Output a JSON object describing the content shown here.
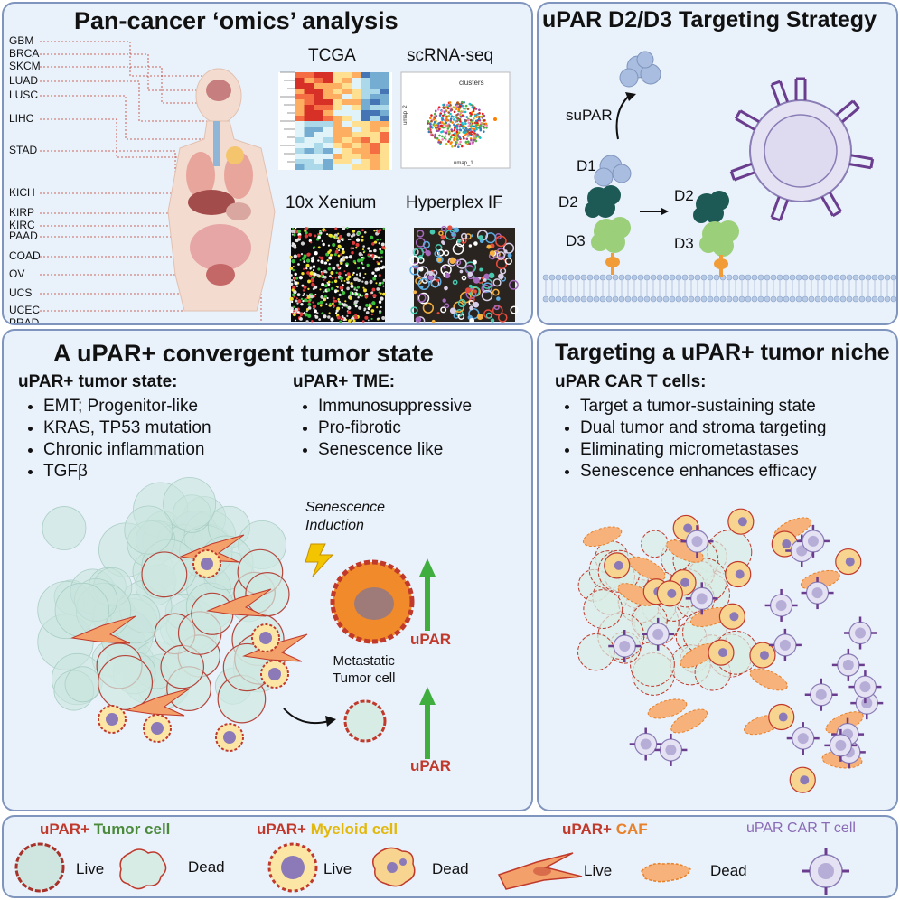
{
  "panel1": {
    "title": "Pan-cancer ‘omics’ analysis",
    "cancers": [
      "GBM",
      "BRCA",
      "SKCM",
      "LUAD",
      "LUSC",
      "LIHC",
      "STAD",
      "KICH",
      "KIRP",
      "KIRC",
      "PAAD",
      "COAD",
      "OV",
      "UCS",
      "UCEC",
      "PRAD"
    ],
    "tcga": "TCGA",
    "scrna": "scRNA-seq",
    "clusters": "clusters",
    "umap_x": "umap_1",
    "umap_y": "umap_2",
    "xenium": "10x Xenium",
    "hyperplex": "Hyperplex IF"
  },
  "panel2": {
    "title": "uPAR D2/D3 Targeting Strategy",
    "supar": "suPAR",
    "d1": "D1",
    "d2": "D2",
    "d3": "D3",
    "d2b": "D2",
    "d3b": "D3"
  },
  "panel3": {
    "title": "A uPAR+ convergent tumor state",
    "state_header": "uPAR+ tumor state:",
    "state_items": [
      "EMT; Progenitor-like",
      "KRAS, TP53 mutation",
      "Chronic inflammation",
      "TGFβ"
    ],
    "tme_header": "uPAR+ TME:",
    "tme_items": [
      "Immunosuppressive",
      "Pro-fibrotic",
      "Senescence like"
    ],
    "senescence_1": "Senescence",
    "senescence_2": "Induction",
    "upar1": "uPAR",
    "metastatic_1": "Metastatic",
    "metastatic_2": "Tumor cell",
    "upar2": "uPAR"
  },
  "panel4": {
    "title": "Targeting a uPAR+ tumor niche",
    "header": "uPAR CAR T cells:",
    "items": [
      "Target a tumor-sustaining state",
      "Dual tumor and stroma targeting",
      "Eliminating micrometastases",
      "Senescence enhances efficacy"
    ]
  },
  "legend": {
    "tumor_prefix": "uPAR+",
    "tumor_name": "Tumor cell",
    "myeloid_prefix": "uPAR+",
    "myeloid_name": "Myeloid cell",
    "caf_prefix": "uPAR+",
    "caf_name": "CAF",
    "cart": "uPAR CAR T cell",
    "live1": "Live",
    "dead1": "Dead",
    "live2": "Live",
    "dead2": "Dead",
    "live3": "Live",
    "dead3": "Dead"
  },
  "colors": {
    "panel_bg": "#e9f1fb",
    "panel_border": "#7f95bd",
    "upar_red": "#c0392b",
    "tumor_green": "#4a8a3a",
    "myeloid_yellow": "#e2b80c",
    "caf_orange": "#e8812a",
    "cart_purple": "#8a6bb5"
  }
}
